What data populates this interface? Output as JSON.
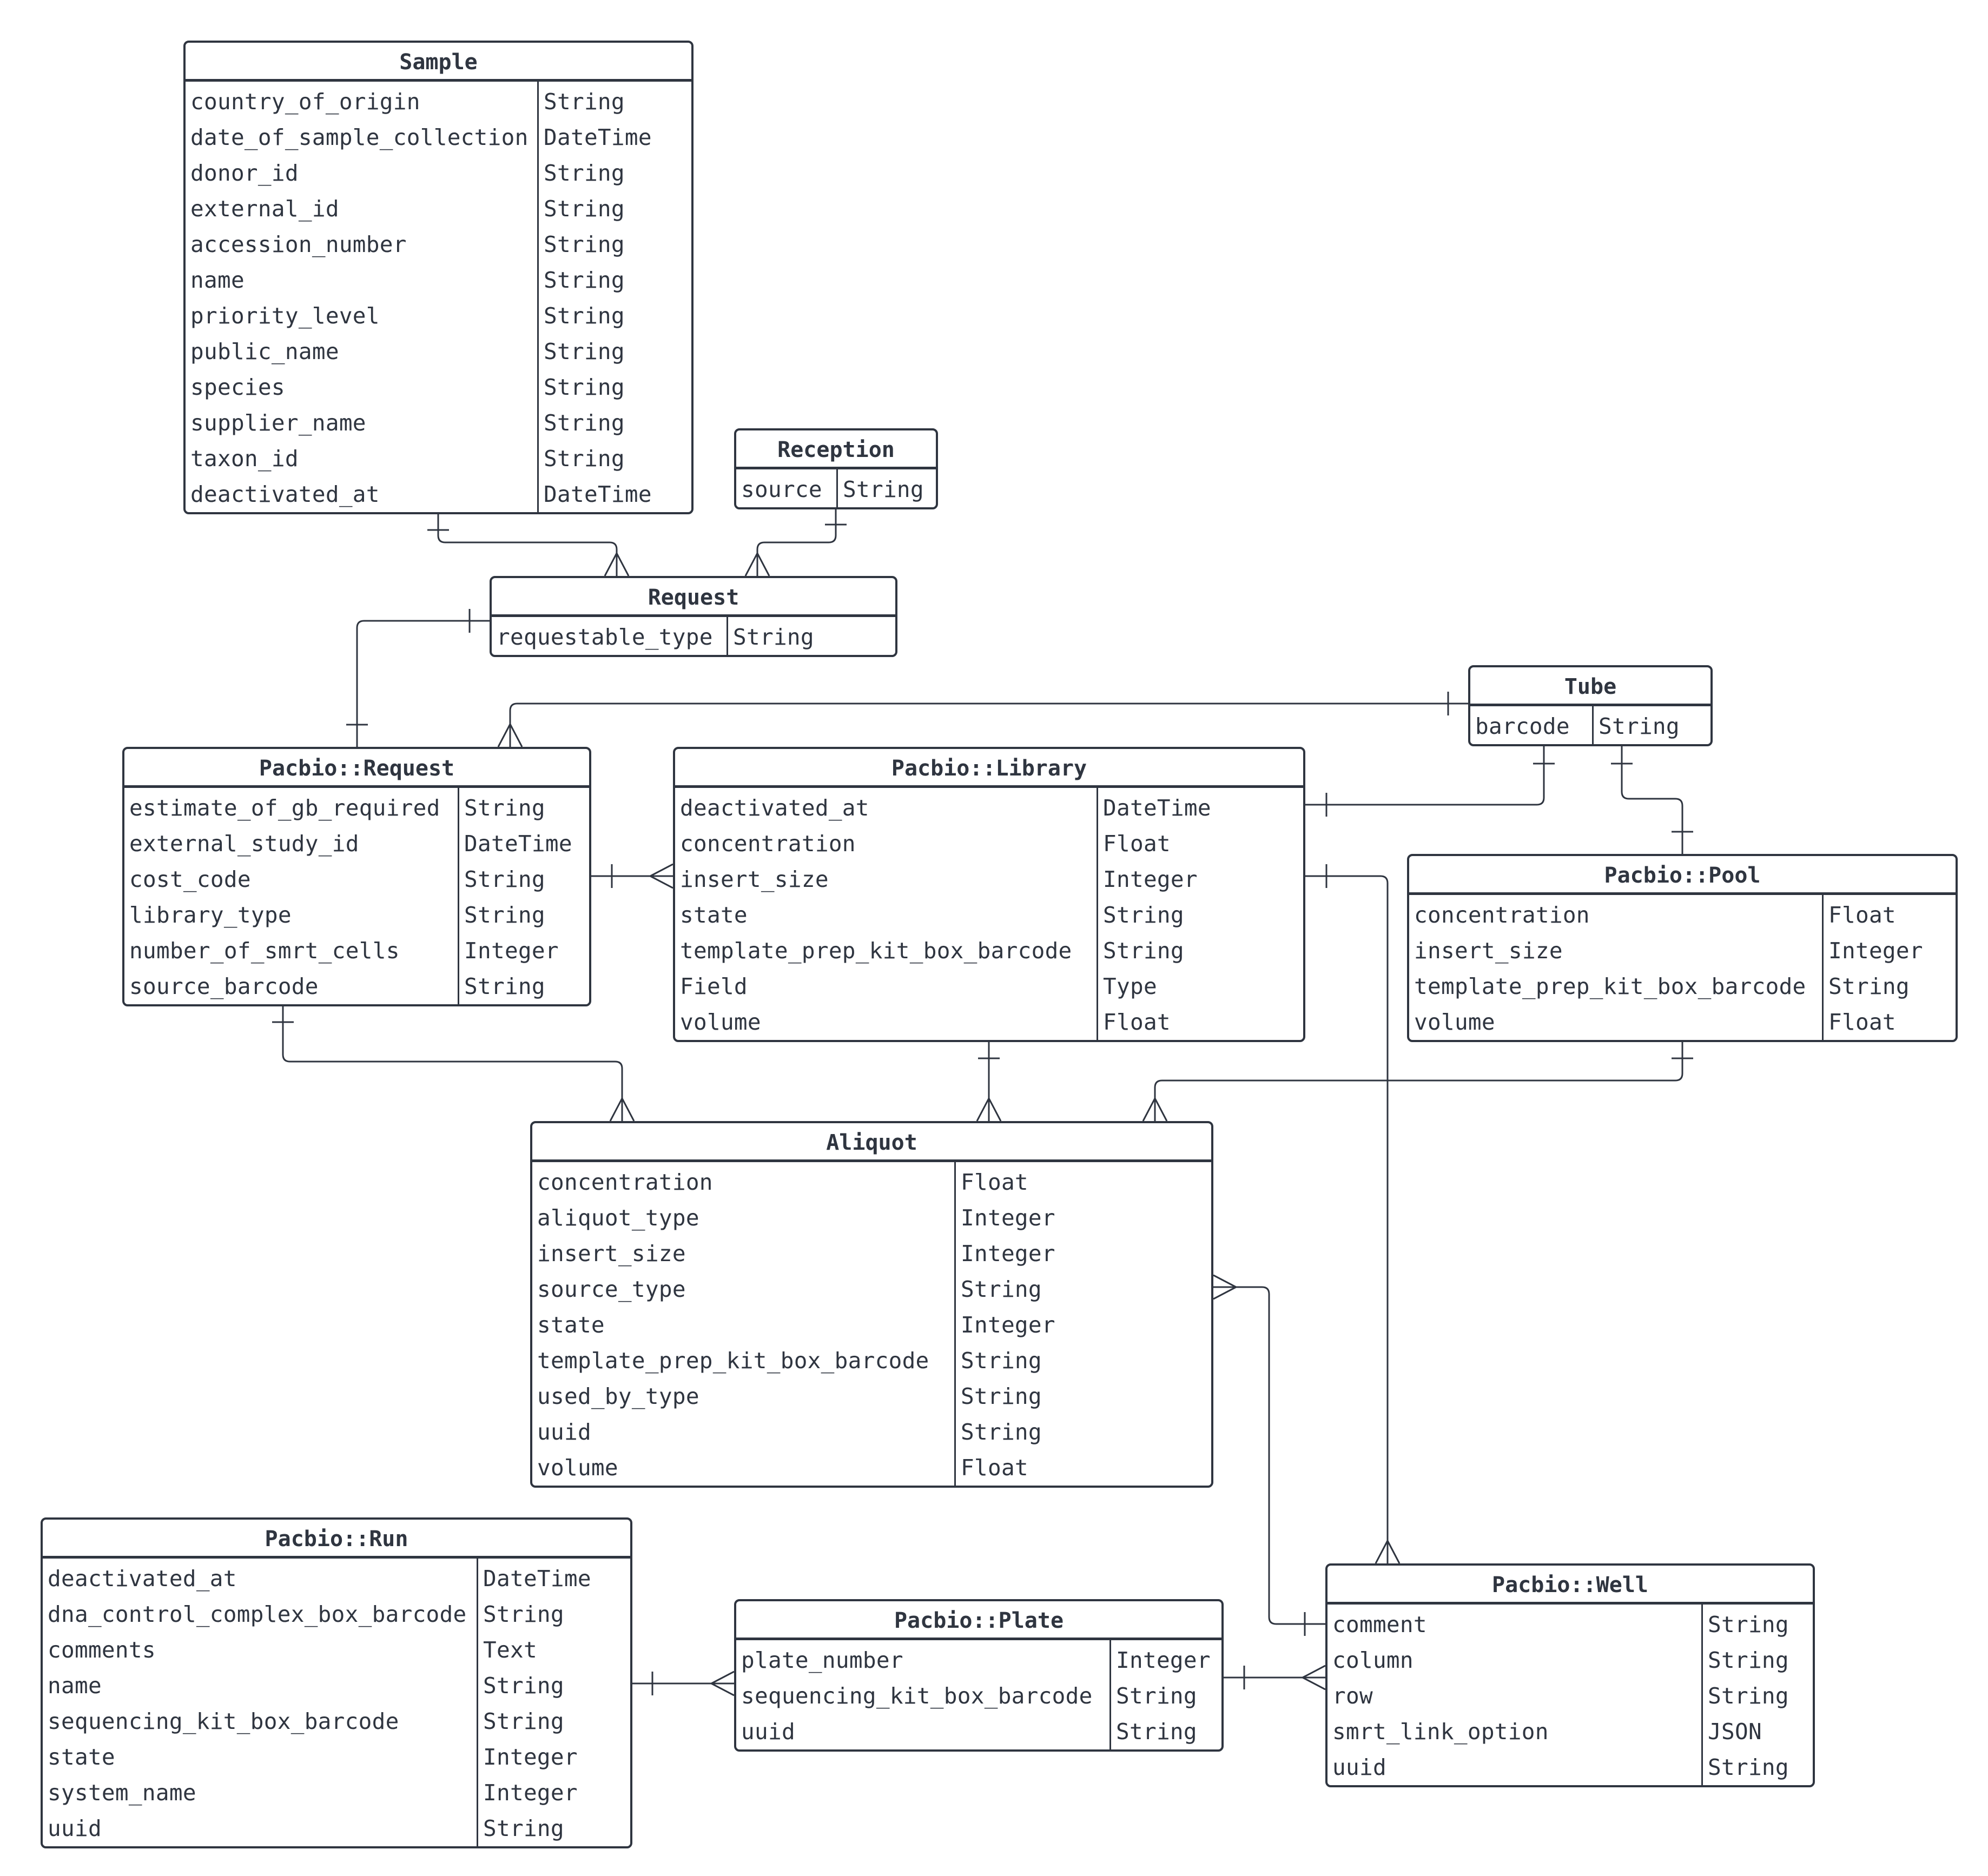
{
  "diagram": {
    "type": "entity-relationship",
    "line_color": "#2f3540",
    "entities": [
      {
        "id": "sample",
        "name": "Sample",
        "fields": [
          {
            "name": "country_of_origin",
            "type": "String"
          },
          {
            "name": "date_of_sample_collection",
            "type": "DateTime"
          },
          {
            "name": "donor_id",
            "type": "String"
          },
          {
            "name": "external_id",
            "type": "String"
          },
          {
            "name": "accession_number",
            "type": "String"
          },
          {
            "name": "name",
            "type": "String"
          },
          {
            "name": "priority_level",
            "type": "String"
          },
          {
            "name": "public_name",
            "type": "String"
          },
          {
            "name": "species",
            "type": "String"
          },
          {
            "name": "supplier_name",
            "type": "String"
          },
          {
            "name": "taxon_id",
            "type": "String"
          },
          {
            "name": "deactivated_at",
            "type": "DateTime"
          }
        ]
      },
      {
        "id": "reception",
        "name": "Reception",
        "fields": [
          {
            "name": "source",
            "type": "String"
          }
        ]
      },
      {
        "id": "request",
        "name": "Request",
        "fields": [
          {
            "name": "requestable_type",
            "type": "String"
          }
        ]
      },
      {
        "id": "tube",
        "name": "Tube",
        "fields": [
          {
            "name": "barcode",
            "type": "String"
          }
        ]
      },
      {
        "id": "pacbio_request",
        "name": "Pacbio::Request",
        "fields": [
          {
            "name": "estimate_of_gb_required",
            "type": "String"
          },
          {
            "name": "external_study_id",
            "type": "DateTime"
          },
          {
            "name": "cost_code",
            "type": "String"
          },
          {
            "name": "library_type",
            "type": "String"
          },
          {
            "name": "number_of_smrt_cells",
            "type": "Integer"
          },
          {
            "name": "source_barcode",
            "type": "String"
          }
        ]
      },
      {
        "id": "pacbio_library",
        "name": "Pacbio::Library",
        "fields": [
          {
            "name": "deactivated_at",
            "type": "DateTime"
          },
          {
            "name": "concentration",
            "type": "Float"
          },
          {
            "name": "insert_size",
            "type": "Integer"
          },
          {
            "name": "state",
            "type": "String"
          },
          {
            "name": "template_prep_kit_box_barcode",
            "type": "String"
          },
          {
            "name": "Field",
            "type": "Type"
          },
          {
            "name": "volume",
            "type": "Float"
          }
        ]
      },
      {
        "id": "pacbio_pool",
        "name": "Pacbio::Pool",
        "fields": [
          {
            "name": "concentration",
            "type": "Float"
          },
          {
            "name": "insert_size",
            "type": "Integer"
          },
          {
            "name": "template_prep_kit_box_barcode",
            "type": "String"
          },
          {
            "name": "volume",
            "type": "Float"
          }
        ]
      },
      {
        "id": "aliquot",
        "name": "Aliquot",
        "fields": [
          {
            "name": "concentration",
            "type": "Float"
          },
          {
            "name": "aliquot_type",
            "type": "Integer"
          },
          {
            "name": "insert_size",
            "type": "Integer"
          },
          {
            "name": "source_type",
            "type": "String"
          },
          {
            "name": "state",
            "type": "Integer"
          },
          {
            "name": "template_prep_kit_box_barcode",
            "type": "String"
          },
          {
            "name": "used_by_type",
            "type": "String"
          },
          {
            "name": "uuid",
            "type": "String"
          },
          {
            "name": "volume",
            "type": "Float"
          }
        ]
      },
      {
        "id": "pacbio_run",
        "name": "Pacbio::Run",
        "fields": [
          {
            "name": "deactivated_at",
            "type": "DateTime"
          },
          {
            "name": "dna_control_complex_box_barcode",
            "type": "String"
          },
          {
            "name": "comments",
            "type": "Text"
          },
          {
            "name": "name",
            "type": "String"
          },
          {
            "name": "sequencing_kit_box_barcode",
            "type": "String"
          },
          {
            "name": "state",
            "type": "Integer"
          },
          {
            "name": "system_name",
            "type": "Integer"
          },
          {
            "name": "uuid",
            "type": "String"
          }
        ]
      },
      {
        "id": "pacbio_plate",
        "name": "Pacbio::Plate",
        "fields": [
          {
            "name": "plate_number",
            "type": "Integer"
          },
          {
            "name": "sequencing_kit_box_barcode",
            "type": "String"
          },
          {
            "name": "uuid",
            "type": "String"
          }
        ]
      },
      {
        "id": "pacbio_well",
        "name": "Pacbio::Well",
        "fields": [
          {
            "name": "comment",
            "type": "String"
          },
          {
            "name": "column",
            "type": "String"
          },
          {
            "name": "row",
            "type": "String"
          },
          {
            "name": "smrt_link_option",
            "type": "JSON"
          },
          {
            "name": "uuid",
            "type": "String"
          }
        ]
      }
    ],
    "relationships": [
      {
        "from": "sample",
        "to": "request",
        "from_cardinality": "one",
        "to_cardinality": "many"
      },
      {
        "from": "reception",
        "to": "request",
        "from_cardinality": "one",
        "to_cardinality": "many"
      },
      {
        "from": "request",
        "to": "pacbio_request",
        "from_cardinality": "one",
        "to_cardinality": "one"
      },
      {
        "from": "tube",
        "to": "pacbio_request",
        "from_cardinality": "one",
        "to_cardinality": "many"
      },
      {
        "from": "tube",
        "to": "pacbio_library",
        "from_cardinality": "one",
        "to_cardinality": "one"
      },
      {
        "from": "tube",
        "to": "pacbio_pool",
        "from_cardinality": "one",
        "to_cardinality": "one"
      },
      {
        "from": "pacbio_request",
        "to": "pacbio_library",
        "from_cardinality": "one",
        "to_cardinality": "many"
      },
      {
        "from": "pacbio_request",
        "to": "aliquot",
        "from_cardinality": "one",
        "to_cardinality": "many"
      },
      {
        "from": "pacbio_library",
        "to": "aliquot",
        "from_cardinality": "one",
        "to_cardinality": "many"
      },
      {
        "from": "pacbio_pool",
        "to": "aliquot",
        "from_cardinality": "one",
        "to_cardinality": "many"
      },
      {
        "from": "pacbio_library",
        "to": "pacbio_well",
        "from_cardinality": "one",
        "to_cardinality": "many"
      },
      {
        "from": "pacbio_well",
        "to": "aliquot",
        "from_cardinality": "one",
        "to_cardinality": "many"
      },
      {
        "from": "pacbio_run",
        "to": "pacbio_plate",
        "from_cardinality": "one",
        "to_cardinality": "many"
      },
      {
        "from": "pacbio_plate",
        "to": "pacbio_well",
        "from_cardinality": "one",
        "to_cardinality": "many"
      }
    ]
  }
}
